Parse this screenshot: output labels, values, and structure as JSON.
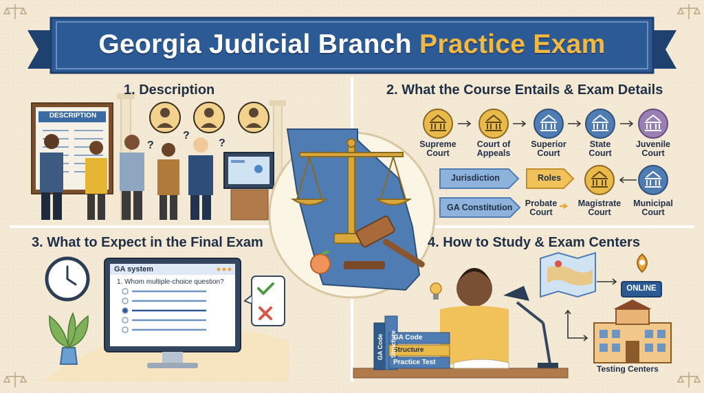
{
  "header": {
    "title_main": "Georgia Judicial Branch",
    "title_accent": "Practice Exam"
  },
  "sections": {
    "description": {
      "title": "1. Description",
      "board_label": "DESCRIPTION",
      "question_marks": [
        "?",
        "?",
        "?"
      ]
    },
    "course": {
      "title": "2. What the Course Entails & Exam Details",
      "courts_row1": [
        {
          "line1": "Supreme",
          "line2": "Court"
        },
        {
          "line1": "Court of",
          "line2": "Appeals"
        },
        {
          "line1": "Superior",
          "line2": "Court"
        },
        {
          "line1": "State",
          "line2": "Court"
        },
        {
          "line1": "Juvenile",
          "line2": "Court"
        }
      ],
      "jurisdiction": "Jurisdiction",
      "roles": "Roles",
      "ga_constitution": "GA Constitution",
      "probate": {
        "line1": "Probate",
        "line2": "Court"
      },
      "magistrate": {
        "line1": "Magistrate",
        "line2": "Court"
      },
      "municipal": {
        "line1": "Municipal",
        "line2": "Court"
      }
    },
    "final_exam": {
      "title": "3. What to Expect in the Final Exam",
      "window_title": "GA system",
      "question": "1. Whom multiple-choice question?"
    },
    "study": {
      "title": "4. How to Study & Exam Centers",
      "online": "ONLINE",
      "testing_centers": "Testing Centers",
      "books": [
        "GA Code",
        "Structure",
        "Practice Test"
      ],
      "spines": [
        "GA Code",
        "Structure"
      ]
    }
  },
  "colors": {
    "banner": "#2c5a94",
    "accent": "#f2b83f",
    "background": "#f3e9d4",
    "icon_gold": "#e9b94a",
    "icon_blue": "#4f7db3",
    "icon_purple": "#9a7fb3",
    "pill_blue": "#8db3dc",
    "pill_gold": "#f2c25a"
  }
}
